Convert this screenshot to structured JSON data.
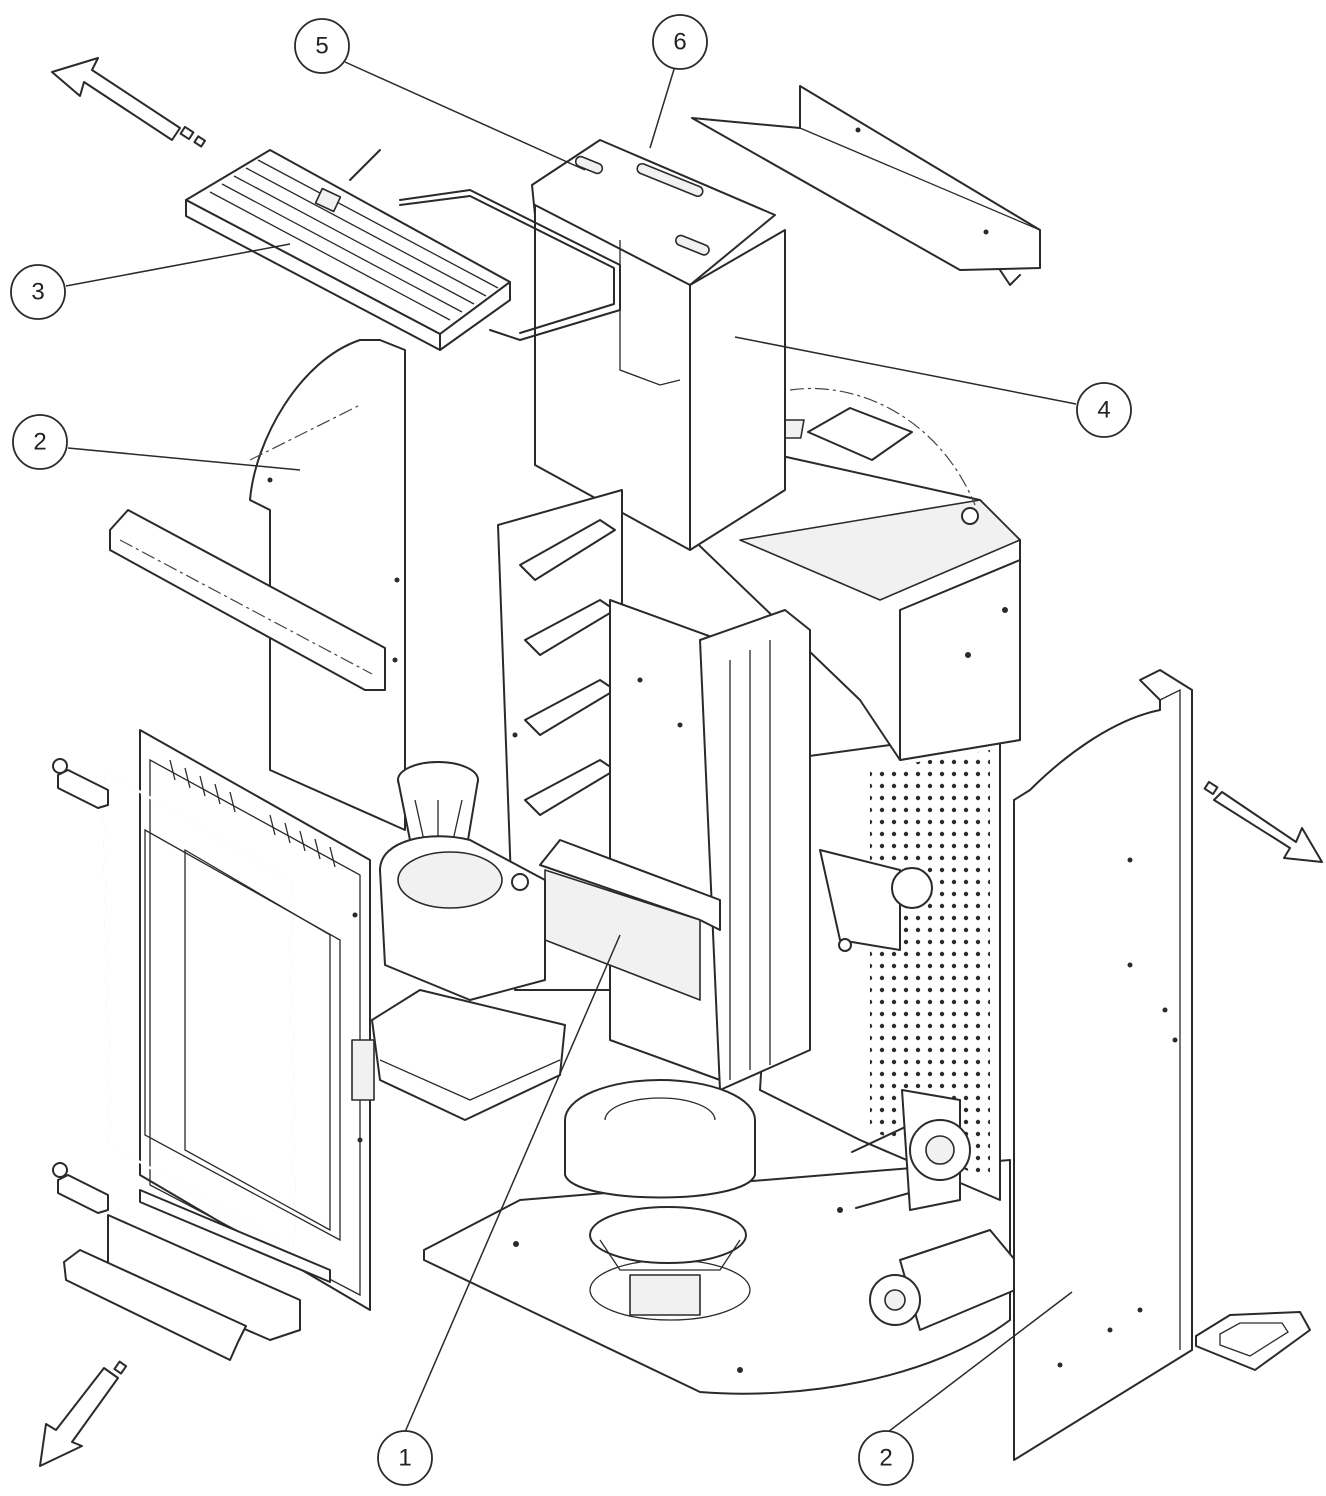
{
  "callouts": [
    {
      "id": "c5",
      "label": "5"
    },
    {
      "id": "c6",
      "label": "6"
    },
    {
      "id": "c3",
      "label": "3"
    },
    {
      "id": "c2a",
      "label": "2"
    },
    {
      "id": "c4",
      "label": "4"
    },
    {
      "id": "c1",
      "label": "1"
    },
    {
      "id": "c2b",
      "label": "2"
    }
  ],
  "colors": {
    "line": "#2a2a2a",
    "background": "#ffffff"
  }
}
